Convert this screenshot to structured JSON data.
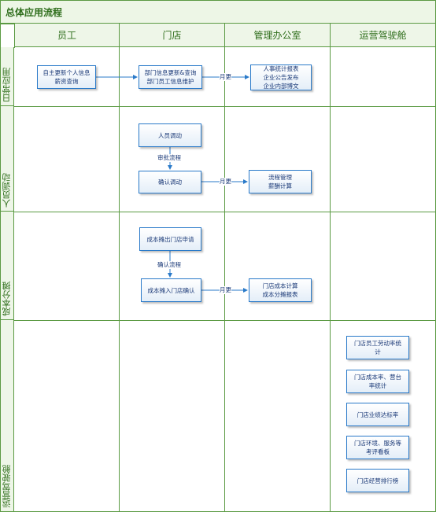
{
  "title": "总体应用流程",
  "columns": [
    "员工",
    "门店",
    "管理办公室",
    "运营驾驶舱"
  ],
  "rows": [
    "日常应用",
    "人员调动",
    "成本分摊",
    "运营驾驶舱"
  ],
  "boxes": {
    "emp_info": [
      "自主更新个人信息",
      "薪资查询"
    ],
    "store_info": [
      "部门信息更新&查询",
      "部门员工信息维护"
    ],
    "office_reports": [
      "人事统计报表",
      "企业公告发布",
      "企业内部博文"
    ],
    "staff_transfer": [
      "人员调动"
    ],
    "confirm_transfer": [
      "确认调动"
    ],
    "process_mgmt": [
      "流程管理",
      "薪酬计算"
    ],
    "cost_out": [
      "成本摊出门店申请"
    ],
    "cost_in": [
      "成本摊入门店确认"
    ],
    "cost_calc": [
      "门店成本计算",
      "成本分摊报表"
    ],
    "cockpit_1": [
      "门店员工劳动率统",
      "计"
    ],
    "cockpit_2": [
      "门店成本率、营台",
      "率统计"
    ],
    "cockpit_3": [
      "门店业绩达标率"
    ],
    "cockpit_4": [
      "门店环境、服务等",
      "考评看板"
    ],
    "cockpit_5": [
      "门店经营排行榜"
    ]
  },
  "edge_labels": {
    "e1": "月更",
    "e2": "审批流程",
    "e3": "月更",
    "e4": "确认流程",
    "e5": "月更"
  }
}
